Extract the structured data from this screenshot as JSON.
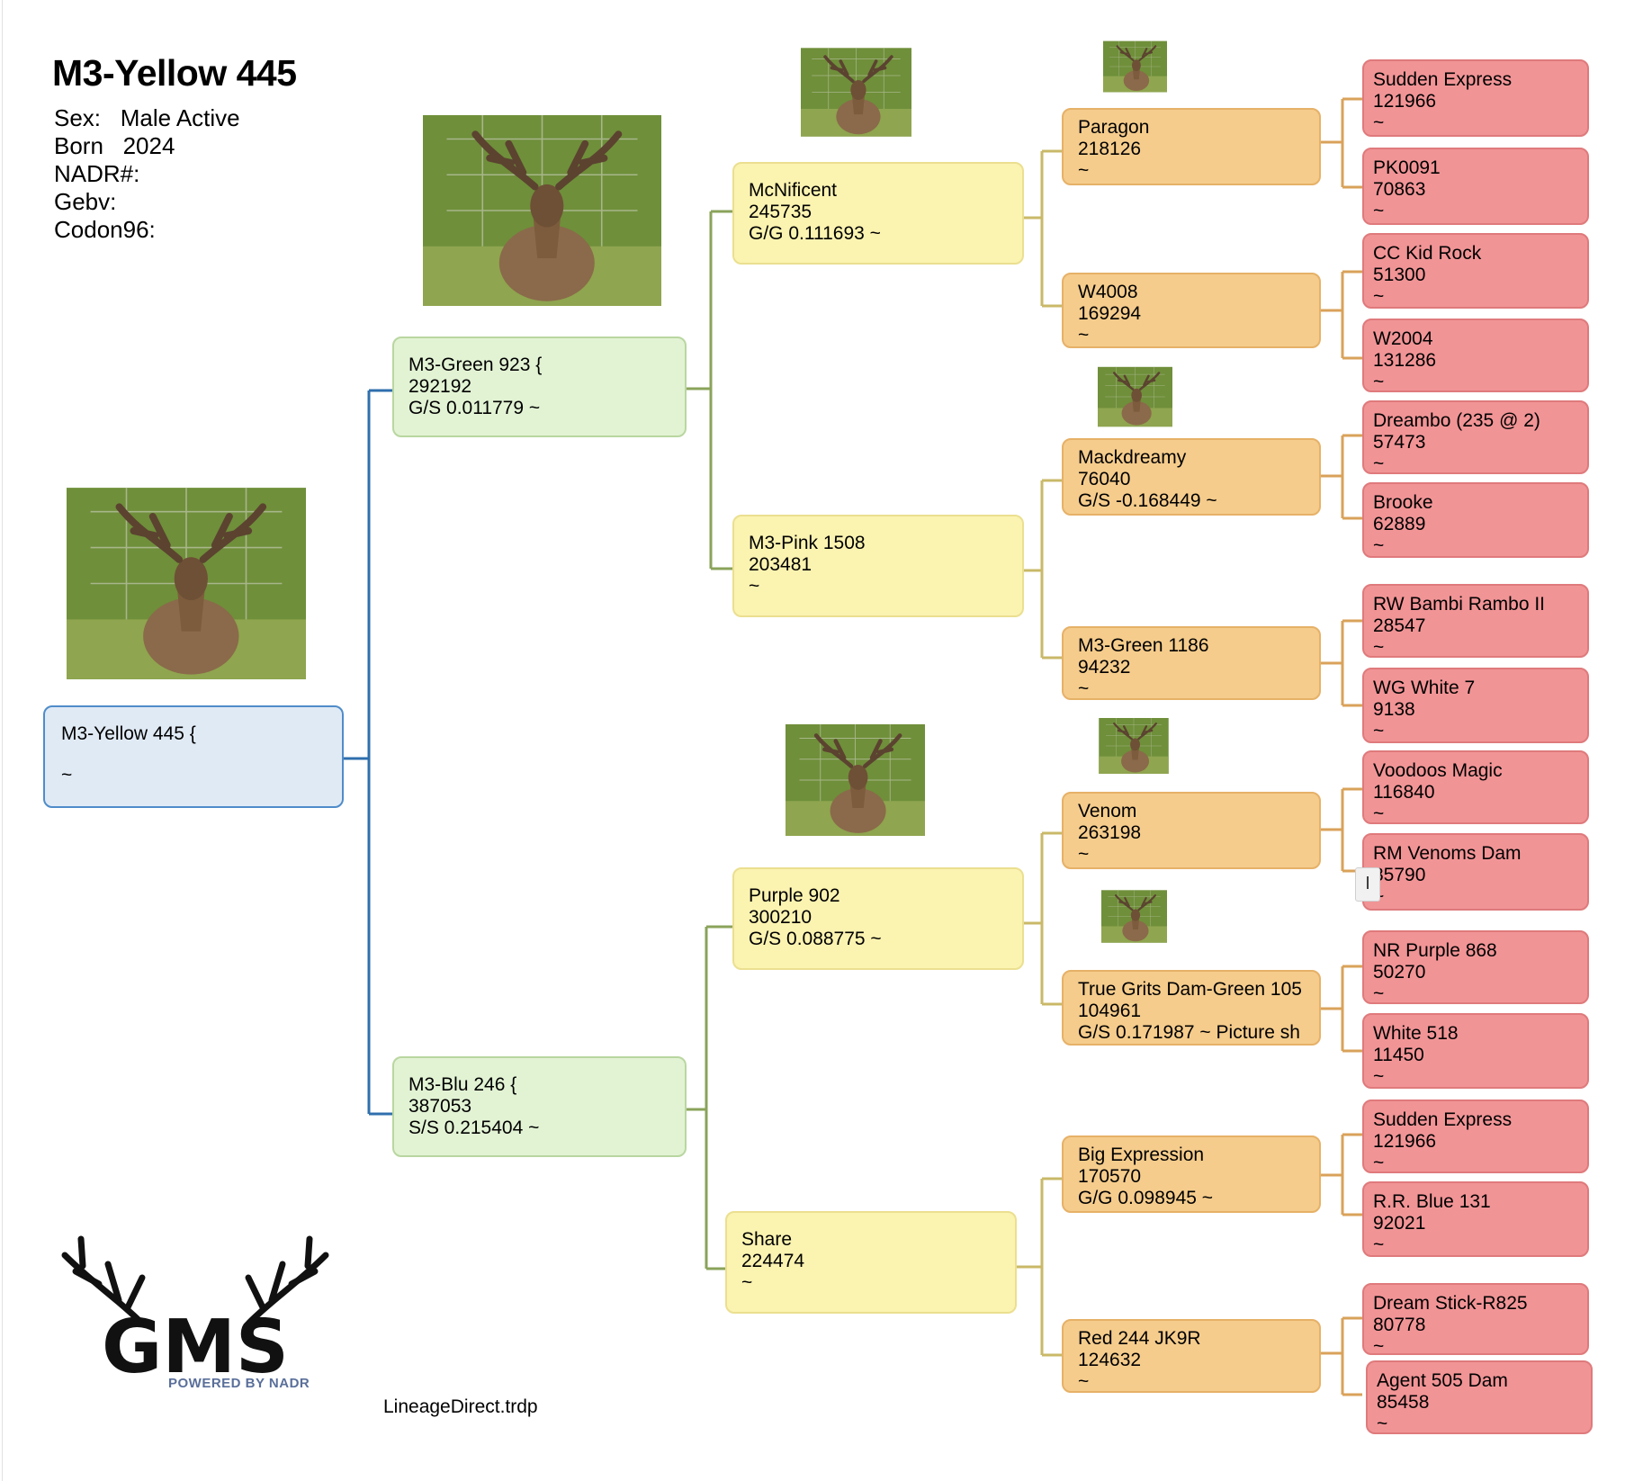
{
  "header": {
    "title": "M3-Yellow 445",
    "sex_line": "Sex:   Male Active",
    "born_line": "Born   2024",
    "nadr_line": "NADR#:",
    "gebv_line": "Gebv:",
    "codon_line": "Codon96:"
  },
  "subject": {
    "line1": "M3-Yellow 445  {",
    "line2": "~"
  },
  "parents": [
    {
      "name": "M3-Green 923 {",
      "id": "292192",
      "info": "G/S 0.011779 ~"
    },
    {
      "name": "M3-Blu 246 {",
      "id": "387053",
      "info": "S/S 0.215404 ~"
    }
  ],
  "grandparents": [
    {
      "name": "McNificent",
      "id": "245735",
      "info": "G/G 0.111693 ~"
    },
    {
      "name": "M3-Pink 1508",
      "id": "203481",
      "info": "~"
    },
    {
      "name": "Purple 902",
      "id": "300210",
      "info": "G/S 0.088775 ~"
    },
    {
      "name": "Share",
      "id": "224474",
      "info": "~"
    }
  ],
  "great_grandparents": [
    {
      "name": "Paragon",
      "id": "218126",
      "info": "~"
    },
    {
      "name": "W4008",
      "id": "169294",
      "info": "~"
    },
    {
      "name": "Mackdreamy",
      "id": "76040",
      "info": "G/S -0.168449 ~"
    },
    {
      "name": "M3-Green 1186",
      "id": "94232",
      "info": "~"
    },
    {
      "name": "Venom",
      "id": "263198",
      "info": "~"
    },
    {
      "name": "True Grits Dam-Green 105",
      "id": "104961",
      "info": "G/S 0.171987 ~ Picture sh"
    },
    {
      "name": "Big Expression",
      "id": "170570",
      "info": "G/G 0.098945 ~"
    },
    {
      "name": "Red 244 JK9R",
      "id": "124632",
      "info": "~"
    }
  ],
  "great_great_grandparents": [
    {
      "name": "Sudden Express",
      "id": "121966",
      "info": "~"
    },
    {
      "name": "PK0091",
      "id": "70863",
      "info": "~"
    },
    {
      "name": "CC Kid Rock",
      "id": "51300",
      "info": "~"
    },
    {
      "name": "W2004",
      "id": "131286",
      "info": "~"
    },
    {
      "name": "Dreambo (235 @ 2)",
      "id": "57473",
      "info": "~"
    },
    {
      "name": "Brooke",
      "id": "62889",
      "info": "~"
    },
    {
      "name": "RW Bambi Rambo II",
      "id": "28547",
      "info": "~"
    },
    {
      "name": "WG White 7",
      "id": "9138",
      "info": "~"
    },
    {
      "name": "Voodoos Magic",
      "id": "116840",
      "info": "~"
    },
    {
      "name": "RM Venoms Dam",
      "id": "85790",
      "info": "~"
    },
    {
      "name": "NR Purple 868",
      "id": "50270",
      "info": "~"
    },
    {
      "name": "White 518",
      "id": "11450",
      "info": "~"
    },
    {
      "name": "Sudden Express",
      "id": "121966",
      "info": "~"
    },
    {
      "name": "R.R. Blue 131",
      "id": "92021",
      "info": "~"
    },
    {
      "name": "Dream Stick-R825",
      "id": "80778",
      "info": "~"
    },
    {
      "name": "Agent 505 Dam",
      "id": "85458",
      "info": "~"
    }
  ],
  "logo": {
    "text": "GMS",
    "tagline": "POWERED BY NADR"
  },
  "footer": {
    "filename": "LineageDirect.trdp"
  },
  "cursor": {
    "glyph": "I"
  },
  "colors": {
    "self_fill": "#e0eaf5",
    "self_border": "#4f8cc9",
    "gen1_fill": "#e2f3d4",
    "gen2_fill": "#fbf3b0",
    "gen3_fill": "#f5cc8c",
    "gen4_fill": "#f19496",
    "line_blue": "#2f6fad",
    "line_green": "#8aa35a",
    "line_orange": "#d9a25a"
  },
  "icons": [
    "deer-photo",
    "antler-logo",
    "text-cursor-icon"
  ]
}
